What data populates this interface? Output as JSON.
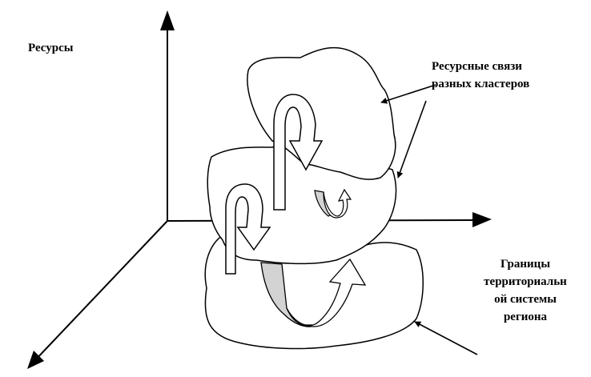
{
  "labels": {
    "resources_axis": "Ресурсы",
    "cluster_links_line1": "Ресурсные связи",
    "cluster_links_line2": "разных кластеров",
    "borders_line1": "Границы",
    "borders_line2": "территориальн",
    "borders_line3": "ой системы",
    "borders_line4": "региона"
  },
  "colors": {
    "stroke": "#000000",
    "background": "#ffffff",
    "ribbon_fill": "#d3d3d3"
  }
}
